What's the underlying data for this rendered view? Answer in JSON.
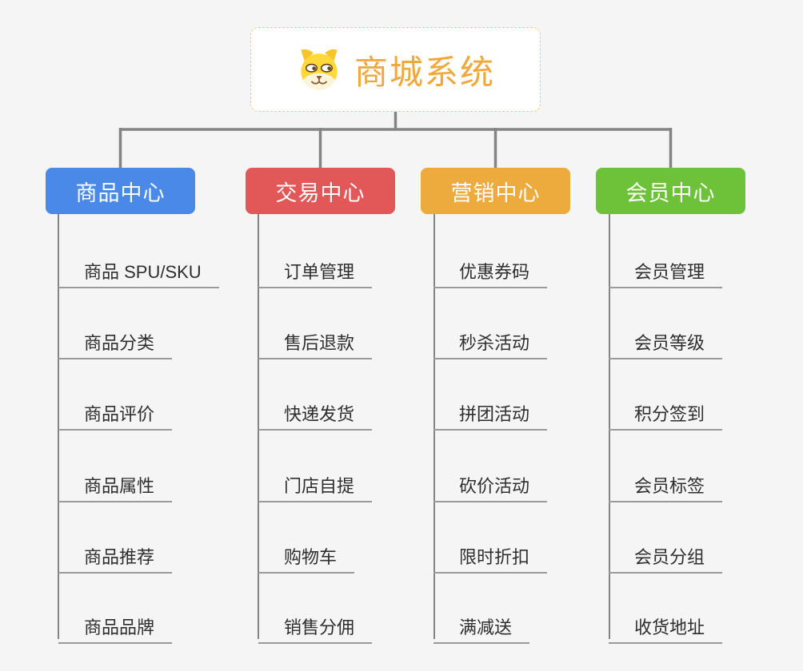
{
  "app": {
    "background_color": "#f5f5f6"
  },
  "root": {
    "title": "商城系统",
    "icon": "dog-face-icon",
    "title_color": "#f0a83c",
    "border_color": "#f5c981"
  },
  "connectors": {
    "color": "#848484",
    "underline_color": "#9a9a9a"
  },
  "branches": [
    {
      "label": "商品中心",
      "color": "#4a89e8",
      "items": [
        "商品 SPU/SKU",
        "商品分类",
        "商品评价",
        "商品属性",
        "商品推荐",
        "商品品牌"
      ]
    },
    {
      "label": "交易中心",
      "color": "#e25758",
      "items": [
        "订单管理",
        "售后退款",
        "快递发货",
        "门店自提",
        "购物车",
        "销售分佣"
      ]
    },
    {
      "label": "营销中心",
      "color": "#edaa3d",
      "items": [
        "优惠券码",
        "秒杀活动",
        "拼团活动",
        "砍价活动",
        "限时折扣",
        "满减送"
      ]
    },
    {
      "label": "会员中心",
      "color": "#6ec23a",
      "items": [
        "会员管理",
        "会员等级",
        "积分签到",
        "会员标签",
        "会员分组",
        "收货地址"
      ]
    }
  ]
}
